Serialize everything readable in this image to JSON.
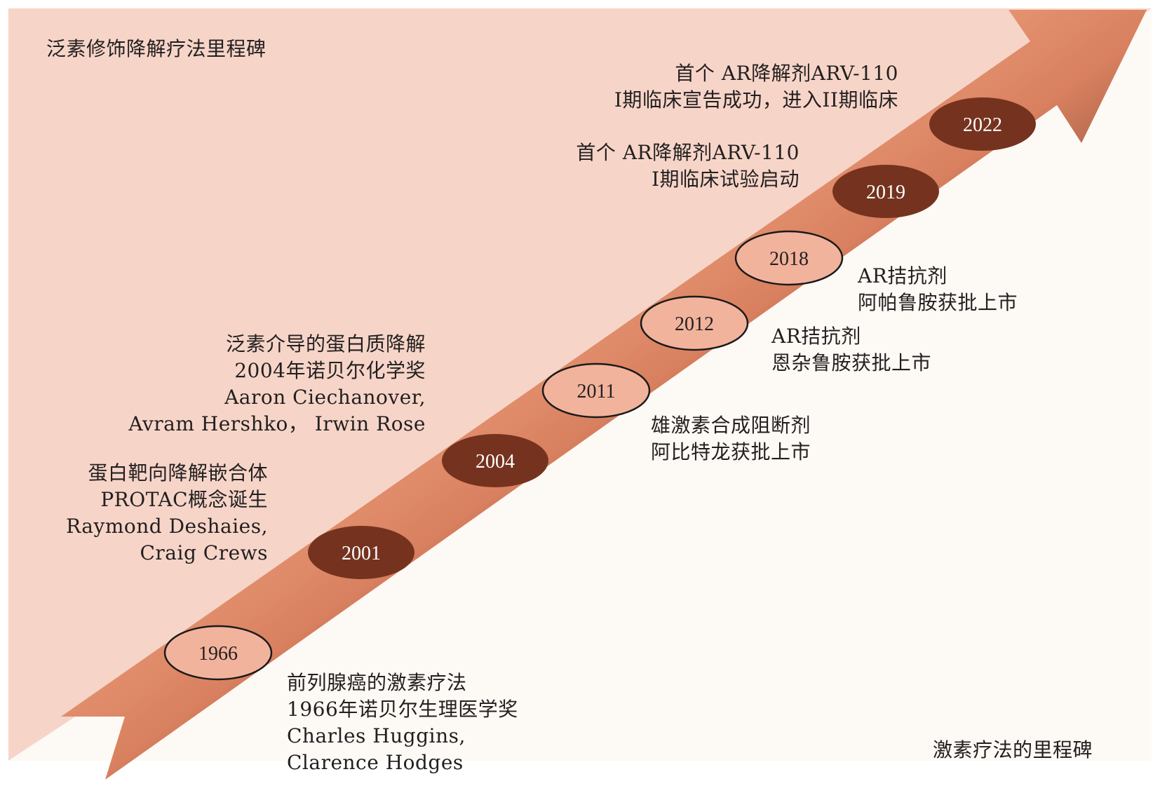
{
  "sections": {
    "top_left_title": "泛素修饰降解疗法里程碑",
    "bottom_right_title": "激素疗法的里程碑"
  },
  "colors": {
    "upper_bg": "#f6d5c8",
    "lower_bg": "#fdf9f4",
    "arrow_light": "#ee9b77",
    "arrow_dark": "#9a5a44",
    "node_dark": "#75331f",
    "node_light": "#f2b39c",
    "node_light_stroke": "#1a1a1a"
  },
  "milestones": [
    {
      "year": "1966",
      "style": "light",
      "side": "below",
      "lines": [
        "前列腺癌的激素疗法",
        "1966年诺贝尔生理医学奖",
        "Charles Huggins,",
        "Clarence Hodges"
      ]
    },
    {
      "year": "2001",
      "style": "dark",
      "side": "above",
      "lines": [
        "蛋白靶向降解嵌合体",
        "PROTAC概念诞生",
        "Raymond Deshaies,",
        "Craig Crews"
      ]
    },
    {
      "year": "2004",
      "style": "dark",
      "side": "above",
      "lines": [
        "泛素介导的蛋白质降解",
        "2004年诺贝尔化学奖",
        "Aaron Ciechanover,",
        "Avram Hershko，  Irwin Rose"
      ]
    },
    {
      "year": "2011",
      "style": "light",
      "side": "below",
      "lines": [
        "雄激素合成阻断剂",
        "阿比特龙获批上市"
      ]
    },
    {
      "year": "2012",
      "style": "light",
      "side": "below",
      "lines": [
        "AR拮抗剂",
        "恩杂鲁胺获批上市"
      ]
    },
    {
      "year": "2018",
      "style": "light",
      "side": "below",
      "lines": [
        "AR拮抗剂",
        "阿帕鲁胺获批上市"
      ]
    },
    {
      "year": "2019",
      "style": "dark",
      "side": "above",
      "lines": [
        "首个 AR降解剂ARV-110",
        "I期临床试验启动"
      ]
    },
    {
      "year": "2022",
      "style": "dark",
      "side": "above",
      "lines": [
        "首个 AR降解剂ARV-110",
        "I期临床宣告成功，进入II期临床"
      ]
    }
  ]
}
